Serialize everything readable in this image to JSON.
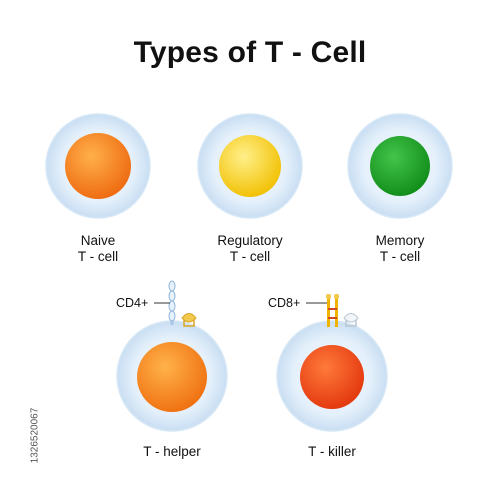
{
  "title": "Types of T - Cell",
  "cells": [
    {
      "line1": "Naive",
      "line2": "T - cell",
      "nucleus_color": "#f47d1e"
    },
    {
      "line1": "Regulatory",
      "line2": "T - cell",
      "nucleus_color": "#f5cf10"
    },
    {
      "line1": "Memory",
      "line2": "T - cell",
      "nucleus_color": "#21a52a"
    },
    {
      "line1": "T - helper",
      "nucleus_color": "#f58a1c",
      "marker": "CD4+"
    },
    {
      "line1": "T - killer",
      "nucleus_color": "#ee4a16",
      "marker": "CD8+"
    }
  ],
  "colors": {
    "cell_body": "#e5f1fb",
    "cell_ring": "#cfe3f5",
    "receptor": "#f2c94c"
  },
  "stock_id": "1326520067"
}
